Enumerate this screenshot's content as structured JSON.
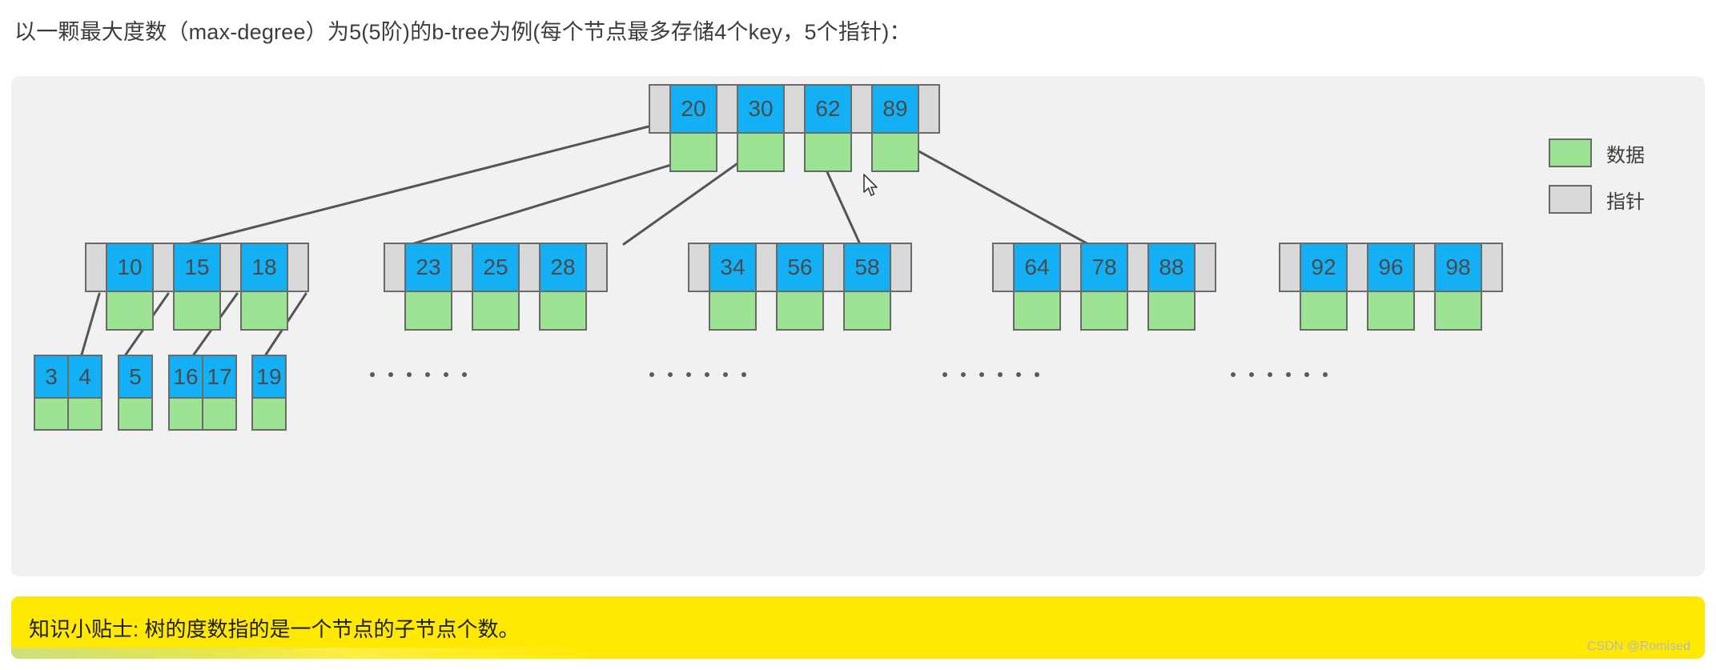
{
  "heading": "以一颗最大度数（max-degree）为5(5阶)的b-tree为例(每个节点最多存储4个key，5个指针)：",
  "colors": {
    "key_blue": "#14b0f5",
    "data_green": "#9ce493",
    "pointer_gray": "#d9d9d9",
    "cell_border": "#6a6a6a",
    "panel_bg": "#f1f1f1",
    "tip_bg": "#ffe900",
    "link_line": "#555555"
  },
  "legend": {
    "items": [
      {
        "swatch": "data-green-swatch",
        "label": "数据"
      },
      {
        "swatch": "pointer-gray-swatch",
        "label": "指针"
      }
    ]
  },
  "tree": {
    "root": {
      "keys": [
        "20",
        "30",
        "62",
        "89"
      ],
      "pointers": 5,
      "data_cells": 4
    },
    "level2": [
      {
        "keys": [
          "10",
          "15",
          "18"
        ],
        "pointers": 4,
        "data_cells": 3
      },
      {
        "keys": [
          "23",
          "25",
          "28"
        ],
        "pointers": 4,
        "data_cells": 3
      },
      {
        "keys": [
          "34",
          "56",
          "58"
        ],
        "pointers": 4,
        "data_cells": 3
      },
      {
        "keys": [
          "64",
          "78",
          "88"
        ],
        "pointers": 4,
        "data_cells": 3
      },
      {
        "keys": [
          "92",
          "96",
          "98"
        ],
        "pointers": 4,
        "data_cells": 3
      }
    ],
    "leaves": [
      {
        "keys": [
          "3",
          "4"
        ]
      },
      {
        "keys": [
          "5"
        ]
      },
      {
        "keys": [
          "16",
          "17"
        ]
      },
      {
        "keys": [
          "19"
        ]
      }
    ],
    "ellipsis_groups": [
      {
        "dots": 6
      },
      {
        "dots": 6
      },
      {
        "dots": 6
      },
      {
        "dots": 6
      }
    ]
  },
  "tip": {
    "text": "知识小贴士: 树的度数指的是一个节点的子节点个数。"
  },
  "watermark": "CSDN @Romised"
}
